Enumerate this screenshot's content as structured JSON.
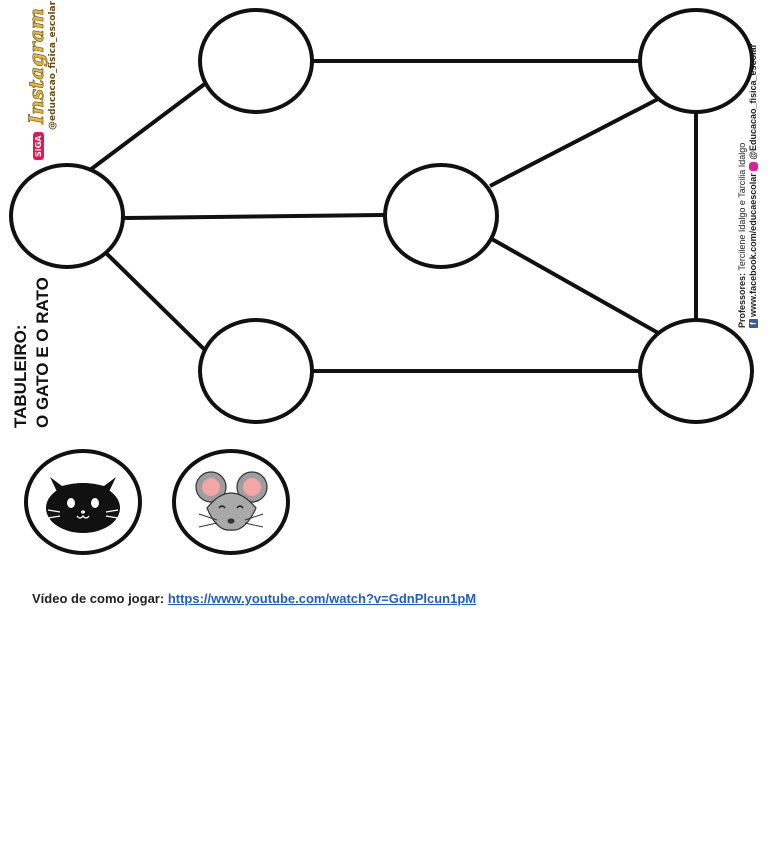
{
  "board": {
    "title_line1": "TABULEIRO:",
    "title_line2": "O GATO E O RATO"
  },
  "logo": {
    "script": "Instagram",
    "handle": "@educacao_fisica_escolar",
    "badge": "SIGA"
  },
  "credits": {
    "professors_label": "Professores:",
    "professors_names": "Tercilene Idalgo e Tarcilia Idalgo",
    "facebook": "www.facebook.com/educaescolar",
    "instagram": "@Educacao_fisica_escolar"
  },
  "pieces": [
    {
      "name": "cat",
      "icon": "cat-face-icon"
    },
    {
      "name": "mouse",
      "icon": "mouse-face-icon"
    }
  ],
  "video": {
    "label": "Vídeo de como jogar:",
    "url": "https://www.youtube.com/watch?v=GdnPlcun1pM"
  },
  "colors": {
    "stroke": "#111111",
    "link": "#1f5fbf",
    "mouse_gray": "#a9a9a9",
    "mouse_ear_pink": "#f2a6a6"
  }
}
